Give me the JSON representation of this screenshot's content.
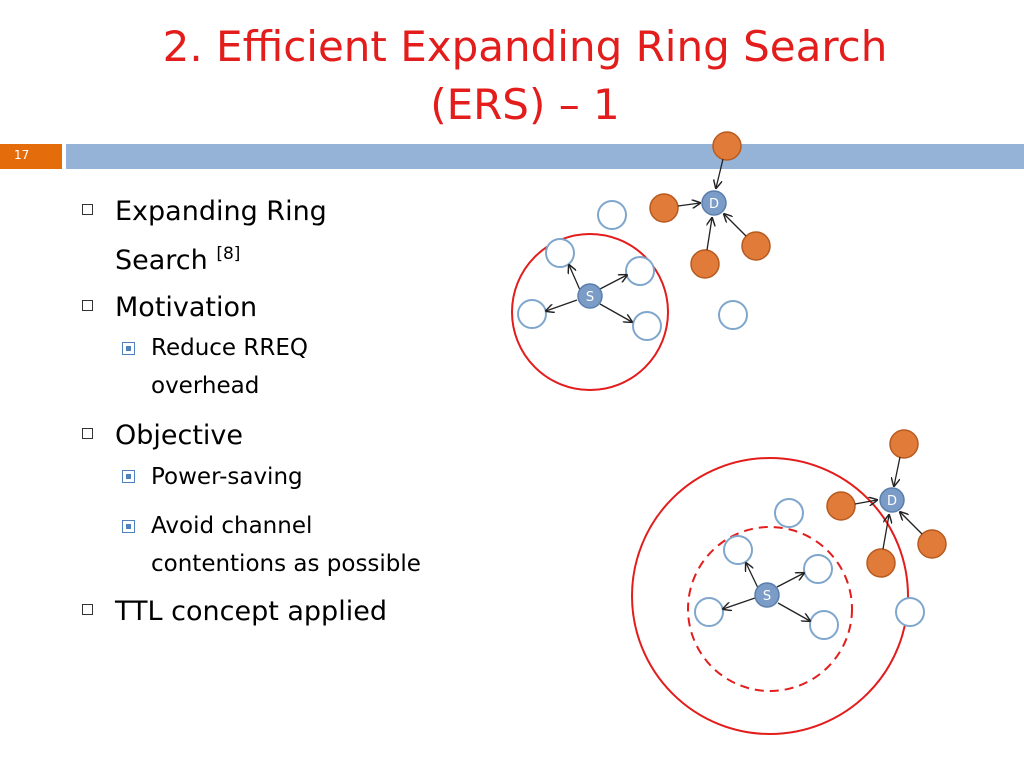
{
  "title": {
    "line1": "2. Efficient Expanding Ring Search",
    "line2": "(ERS) – 1"
  },
  "page_number": "17",
  "bullets": {
    "b1_line1": "Expanding Ring",
    "b1_line2": "Search ",
    "b1_ref": "[8]",
    "b2": "Motivation",
    "b2_sub1_line1": "Reduce RREQ",
    "b2_sub1_line2": "overhead",
    "b3": "Objective",
    "b3_sub1": "Power-saving",
    "b3_sub2_line1": "Avoid channel",
    "b3_sub2_line2": "contentions as possible",
    "b4": "TTL concept applied"
  },
  "diagram": {
    "source_label": "S",
    "dest_label": "D",
    "colors": {
      "ring": "#e31c1c",
      "empty_node_stroke": "#7fa6cc",
      "source_dest_fill": "#7a9cc6",
      "neighbor_fill": "#e07b39",
      "neighbor_stroke": "#b85a1f"
    }
  }
}
